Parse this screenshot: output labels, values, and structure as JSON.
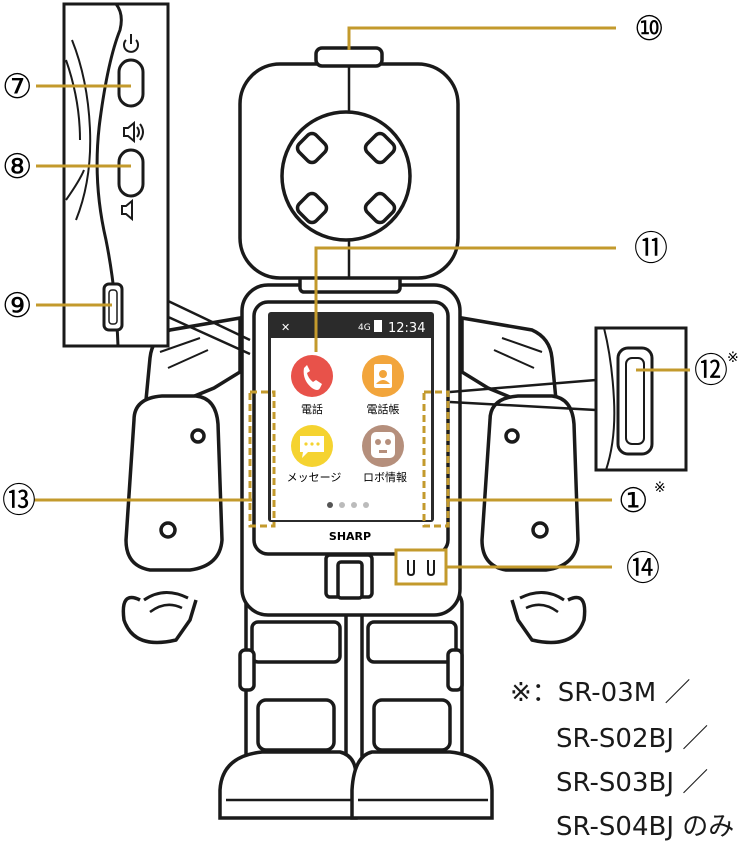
{
  "screen": {
    "time": "12:34",
    "signal": "4G",
    "apps": [
      {
        "label": "電話",
        "icon": "phone-icon",
        "color": "#e8524a"
      },
      {
        "label": "電話帳",
        "icon": "contacts-icon",
        "color": "#f2a53c"
      },
      {
        "label": "メッセージ",
        "icon": "message-icon",
        "color": "#f5d330"
      },
      {
        "label": "ロボ情報",
        "icon": "robot-face-icon",
        "color": "#b58f7c"
      }
    ],
    "brand": "SHARP"
  },
  "callouts": {
    "c1": "①",
    "c7": "⑦",
    "c8": "⑧",
    "c9": "⑨",
    "c10": "⑩",
    "c11": "⑪",
    "c12": "⑫",
    "c13": "⑬",
    "c14": "⑭",
    "asterisk": "※"
  },
  "note": {
    "lines": [
      "※：SR-03M ／",
      "SR-S02BJ ／",
      "SR-S03BJ ／",
      "SR-S04BJ のみ"
    ]
  },
  "colors": {
    "leader": "#c39a2c",
    "outline": "#1a1a1a",
    "screen_bg": "#ffffff"
  }
}
